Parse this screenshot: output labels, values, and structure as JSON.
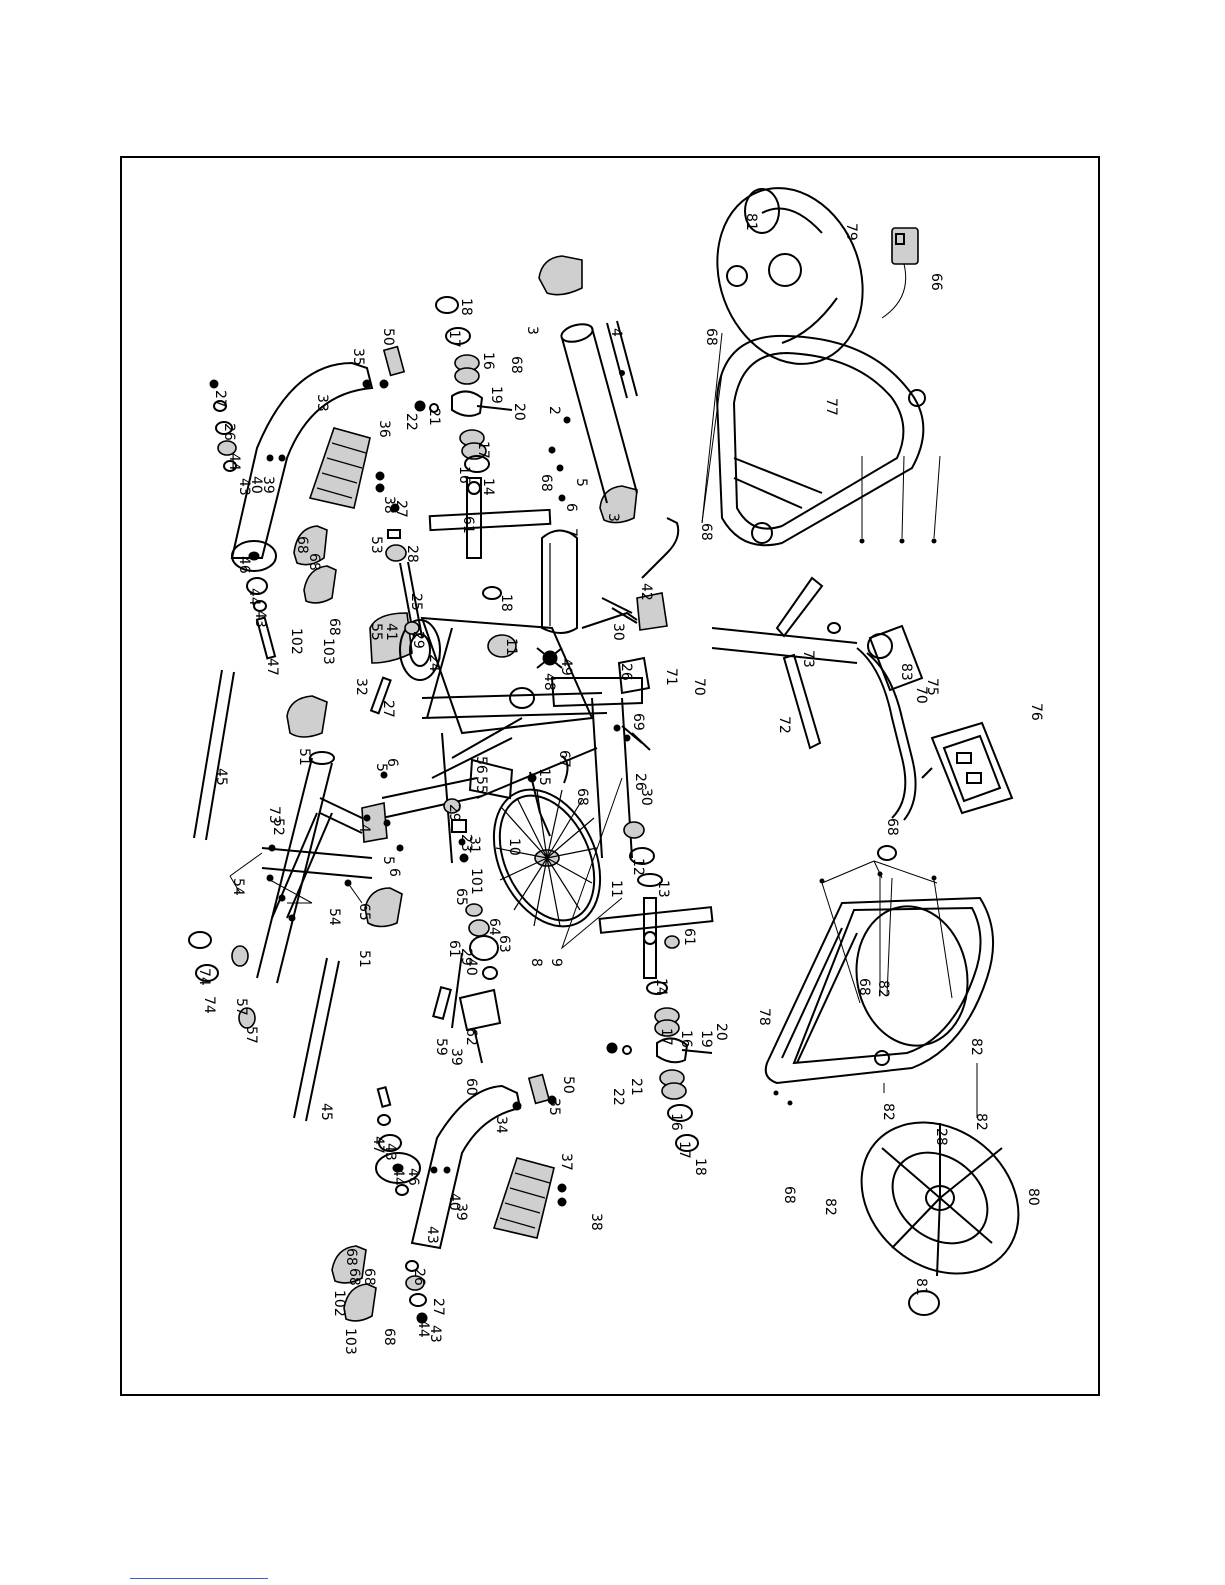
{
  "diagram": {
    "callouts": [
      {
        "label": "81"
      },
      {
        "label": "79"
      },
      {
        "label": "66"
      },
      {
        "label": "68"
      },
      {
        "label": "77"
      },
      {
        "label": "68"
      },
      {
        "label": "50"
      },
      {
        "label": "18"
      },
      {
        "label": "3"
      },
      {
        "label": "4"
      },
      {
        "label": "35"
      },
      {
        "label": "17"
      },
      {
        "label": "16"
      },
      {
        "label": "19"
      },
      {
        "label": "68"
      },
      {
        "label": "2"
      },
      {
        "label": "20"
      },
      {
        "label": "22"
      },
      {
        "label": "21"
      },
      {
        "label": "16"
      },
      {
        "label": "17"
      },
      {
        "label": "14"
      },
      {
        "label": "5"
      },
      {
        "label": "68"
      },
      {
        "label": "6"
      },
      {
        "label": "33"
      },
      {
        "label": "36"
      },
      {
        "label": "27"
      },
      {
        "label": "26"
      },
      {
        "label": "44"
      },
      {
        "label": "43"
      },
      {
        "label": "40"
      },
      {
        "label": "39"
      },
      {
        "label": "38"
      },
      {
        "label": "61"
      },
      {
        "label": "3"
      },
      {
        "label": "42"
      },
      {
        "label": "27"
      },
      {
        "label": "53"
      },
      {
        "label": "28"
      },
      {
        "label": "68"
      },
      {
        "label": "68"
      },
      {
        "label": "7"
      },
      {
        "label": "18"
      },
      {
        "label": "46"
      },
      {
        "label": "44"
      },
      {
        "label": "43"
      },
      {
        "label": "102"
      },
      {
        "label": "47"
      },
      {
        "label": "25"
      },
      {
        "label": "103"
      },
      {
        "label": "68"
      },
      {
        "label": "11"
      },
      {
        "label": "48"
      },
      {
        "label": "49"
      },
      {
        "label": "30"
      },
      {
        "label": "26"
      },
      {
        "label": "55"
      },
      {
        "label": "41"
      },
      {
        "label": "29"
      },
      {
        "label": "24"
      },
      {
        "label": "71"
      },
      {
        "label": "70"
      },
      {
        "label": "73"
      },
      {
        "label": "83"
      },
      {
        "label": "70"
      },
      {
        "label": "75"
      },
      {
        "label": "32"
      },
      {
        "label": "27"
      },
      {
        "label": "72"
      },
      {
        "label": "69"
      },
      {
        "label": "26"
      },
      {
        "label": "30"
      },
      {
        "label": "76"
      },
      {
        "label": "51"
      },
      {
        "label": "45"
      },
      {
        "label": "6"
      },
      {
        "label": "5"
      },
      {
        "label": "56"
      },
      {
        "label": "55"
      },
      {
        "label": "67"
      },
      {
        "label": "15"
      },
      {
        "label": "68"
      },
      {
        "label": "73"
      },
      {
        "label": "68"
      },
      {
        "label": "52"
      },
      {
        "label": "4"
      },
      {
        "label": "29"
      },
      {
        "label": "23"
      },
      {
        "label": "31"
      },
      {
        "label": "101"
      },
      {
        "label": "10"
      },
      {
        "label": "5"
      },
      {
        "label": "6"
      },
      {
        "label": "65"
      },
      {
        "label": "12"
      },
      {
        "label": "11"
      },
      {
        "label": "13"
      },
      {
        "label": "8"
      },
      {
        "label": "9"
      },
      {
        "label": "54"
      },
      {
        "label": "54"
      },
      {
        "label": "51"
      },
      {
        "label": "65"
      },
      {
        "label": "61"
      },
      {
        "label": "29"
      },
      {
        "label": "40"
      },
      {
        "label": "64"
      },
      {
        "label": "63"
      },
      {
        "label": "61"
      },
      {
        "label": "14"
      },
      {
        "label": "68"
      },
      {
        "label": "82"
      },
      {
        "label": "78"
      },
      {
        "label": "74"
      },
      {
        "label": "74"
      },
      {
        "label": "57"
      },
      {
        "label": "57"
      },
      {
        "label": "59"
      },
      {
        "label": "39"
      },
      {
        "label": "62"
      },
      {
        "label": "60"
      },
      {
        "label": "17"
      },
      {
        "label": "16"
      },
      {
        "label": "19"
      },
      {
        "label": "20"
      },
      {
        "label": "45"
      },
      {
        "label": "50"
      },
      {
        "label": "35"
      },
      {
        "label": "22"
      },
      {
        "label": "21"
      },
      {
        "label": "82"
      },
      {
        "label": "82"
      },
      {
        "label": "28"
      },
      {
        "label": "16"
      },
      {
        "label": "17"
      },
      {
        "label": "18"
      },
      {
        "label": "82"
      },
      {
        "label": "34"
      },
      {
        "label": "47"
      },
      {
        "label": "43"
      },
      {
        "label": "44"
      },
      {
        "label": "46"
      },
      {
        "label": "37"
      },
      {
        "label": "40"
      },
      {
        "label": "39"
      },
      {
        "label": "43"
      },
      {
        "label": "38"
      },
      {
        "label": "68"
      },
      {
        "label": "82"
      },
      {
        "label": "68"
      },
      {
        "label": "68"
      },
      {
        "label": "68"
      },
      {
        "label": "26"
      },
      {
        "label": "27"
      },
      {
        "label": "44"
      },
      {
        "label": "43"
      },
      {
        "label": "102"
      },
      {
        "label": "103"
      },
      {
        "label": "68"
      },
      {
        "label": "80"
      },
      {
        "label": "81"
      }
    ]
  }
}
